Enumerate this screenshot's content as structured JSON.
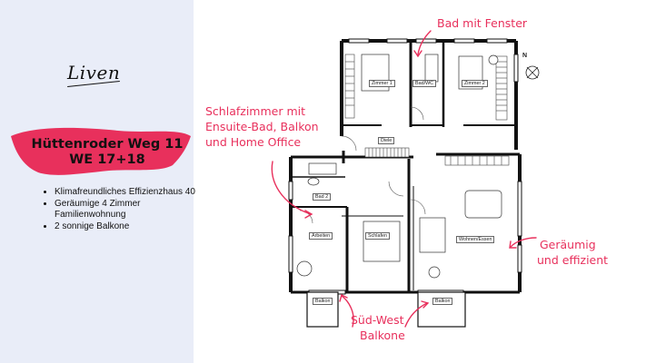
{
  "brand": {
    "logo_text": "Liven"
  },
  "title": {
    "line1": "Hüttenroder Weg 11",
    "line2": "WE 17+18"
  },
  "features": [
    "Klimafreundliches Effizienzhaus 40",
    "Geräumige 4 Zimmer Familienwohnung",
    "2 sonnige Balkone"
  ],
  "annotations": {
    "bad_fenster": "Bad mit Fenster",
    "schlafzimmer_l1": "Schlafzimmer mit",
    "schlafzimmer_l2": "Ensuite-Bad, Balkon",
    "schlafzimmer_l3": "und Home Office",
    "sued_west_l1": "Süd-West",
    "sued_west_l2": "Balkone",
    "geraeumig_l1": "Geräumig",
    "geraeumig_l2": "und effizient"
  },
  "rooms": {
    "zimmer1": "Zimmer 1",
    "bad_wc": "Bad/WC",
    "zimmer2": "Zimmer 2",
    "diele": "Diele",
    "bad2": "Bad 2",
    "arbeiten": "Arbeiten",
    "schlafen": "Schlafen",
    "wohnen_essen": "Wohnen/Essen",
    "balkon1": "Balkon",
    "balkon2": "Balkon"
  },
  "compass": {
    "label": "N"
  },
  "colors": {
    "accent": "#e8305c",
    "panel": "#e9edf8",
    "wall": "#111111"
  }
}
